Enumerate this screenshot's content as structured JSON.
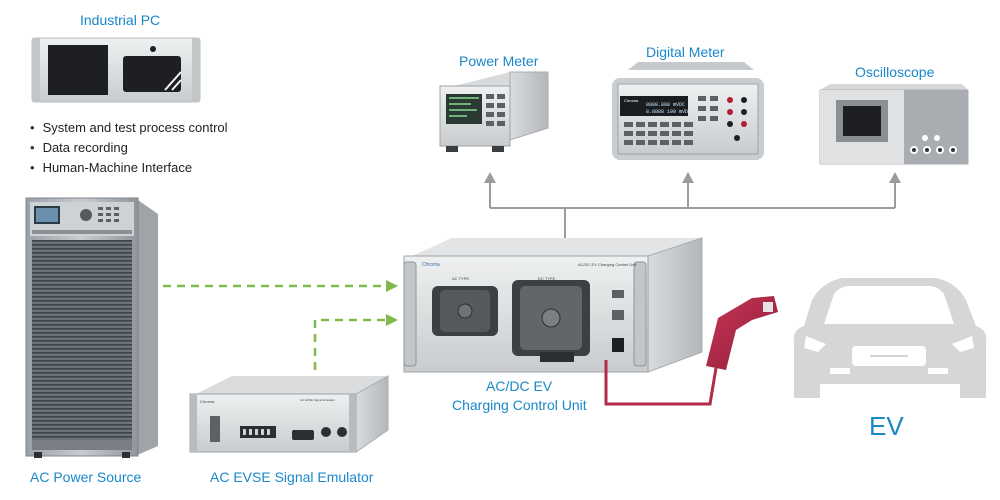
{
  "labels": {
    "industrial_pc": "Industrial PC",
    "power_meter": "Power Meter",
    "digital_meter": "Digital Meter",
    "oscilloscope": "Oscilloscope",
    "ac_power_source": "AC Power Source",
    "ac_evse_emulator": "AC EVSE Signal Emulator",
    "ccu_line1": "AC/DC EV",
    "ccu_line2": "Charging Control Unit",
    "ev": "EV"
  },
  "pc_features": [
    "System and test process control",
    "Data recording",
    "Human-Machine Interface"
  ],
  "device_text": {
    "brand": "Chroma",
    "ccu_panel_title": "AC/DC EV Charging Control Unit",
    "ccu_left_port": "AC TYPE",
    "ccu_right_port": "DC TYPE",
    "dmm_display_1": "8888.888 mVDC",
    "dmm_display_2": "8.8888  100 mVDC",
    "emulator_panel_title": "AC EVSE Signal Emulator"
  },
  "colors": {
    "label_blue": "#1a87c9",
    "connector_gray": "#9c9c9c",
    "dashed_green": "#7fba4a",
    "cable_red": "#b5294a",
    "car_gray": "#d6d6d6"
  }
}
